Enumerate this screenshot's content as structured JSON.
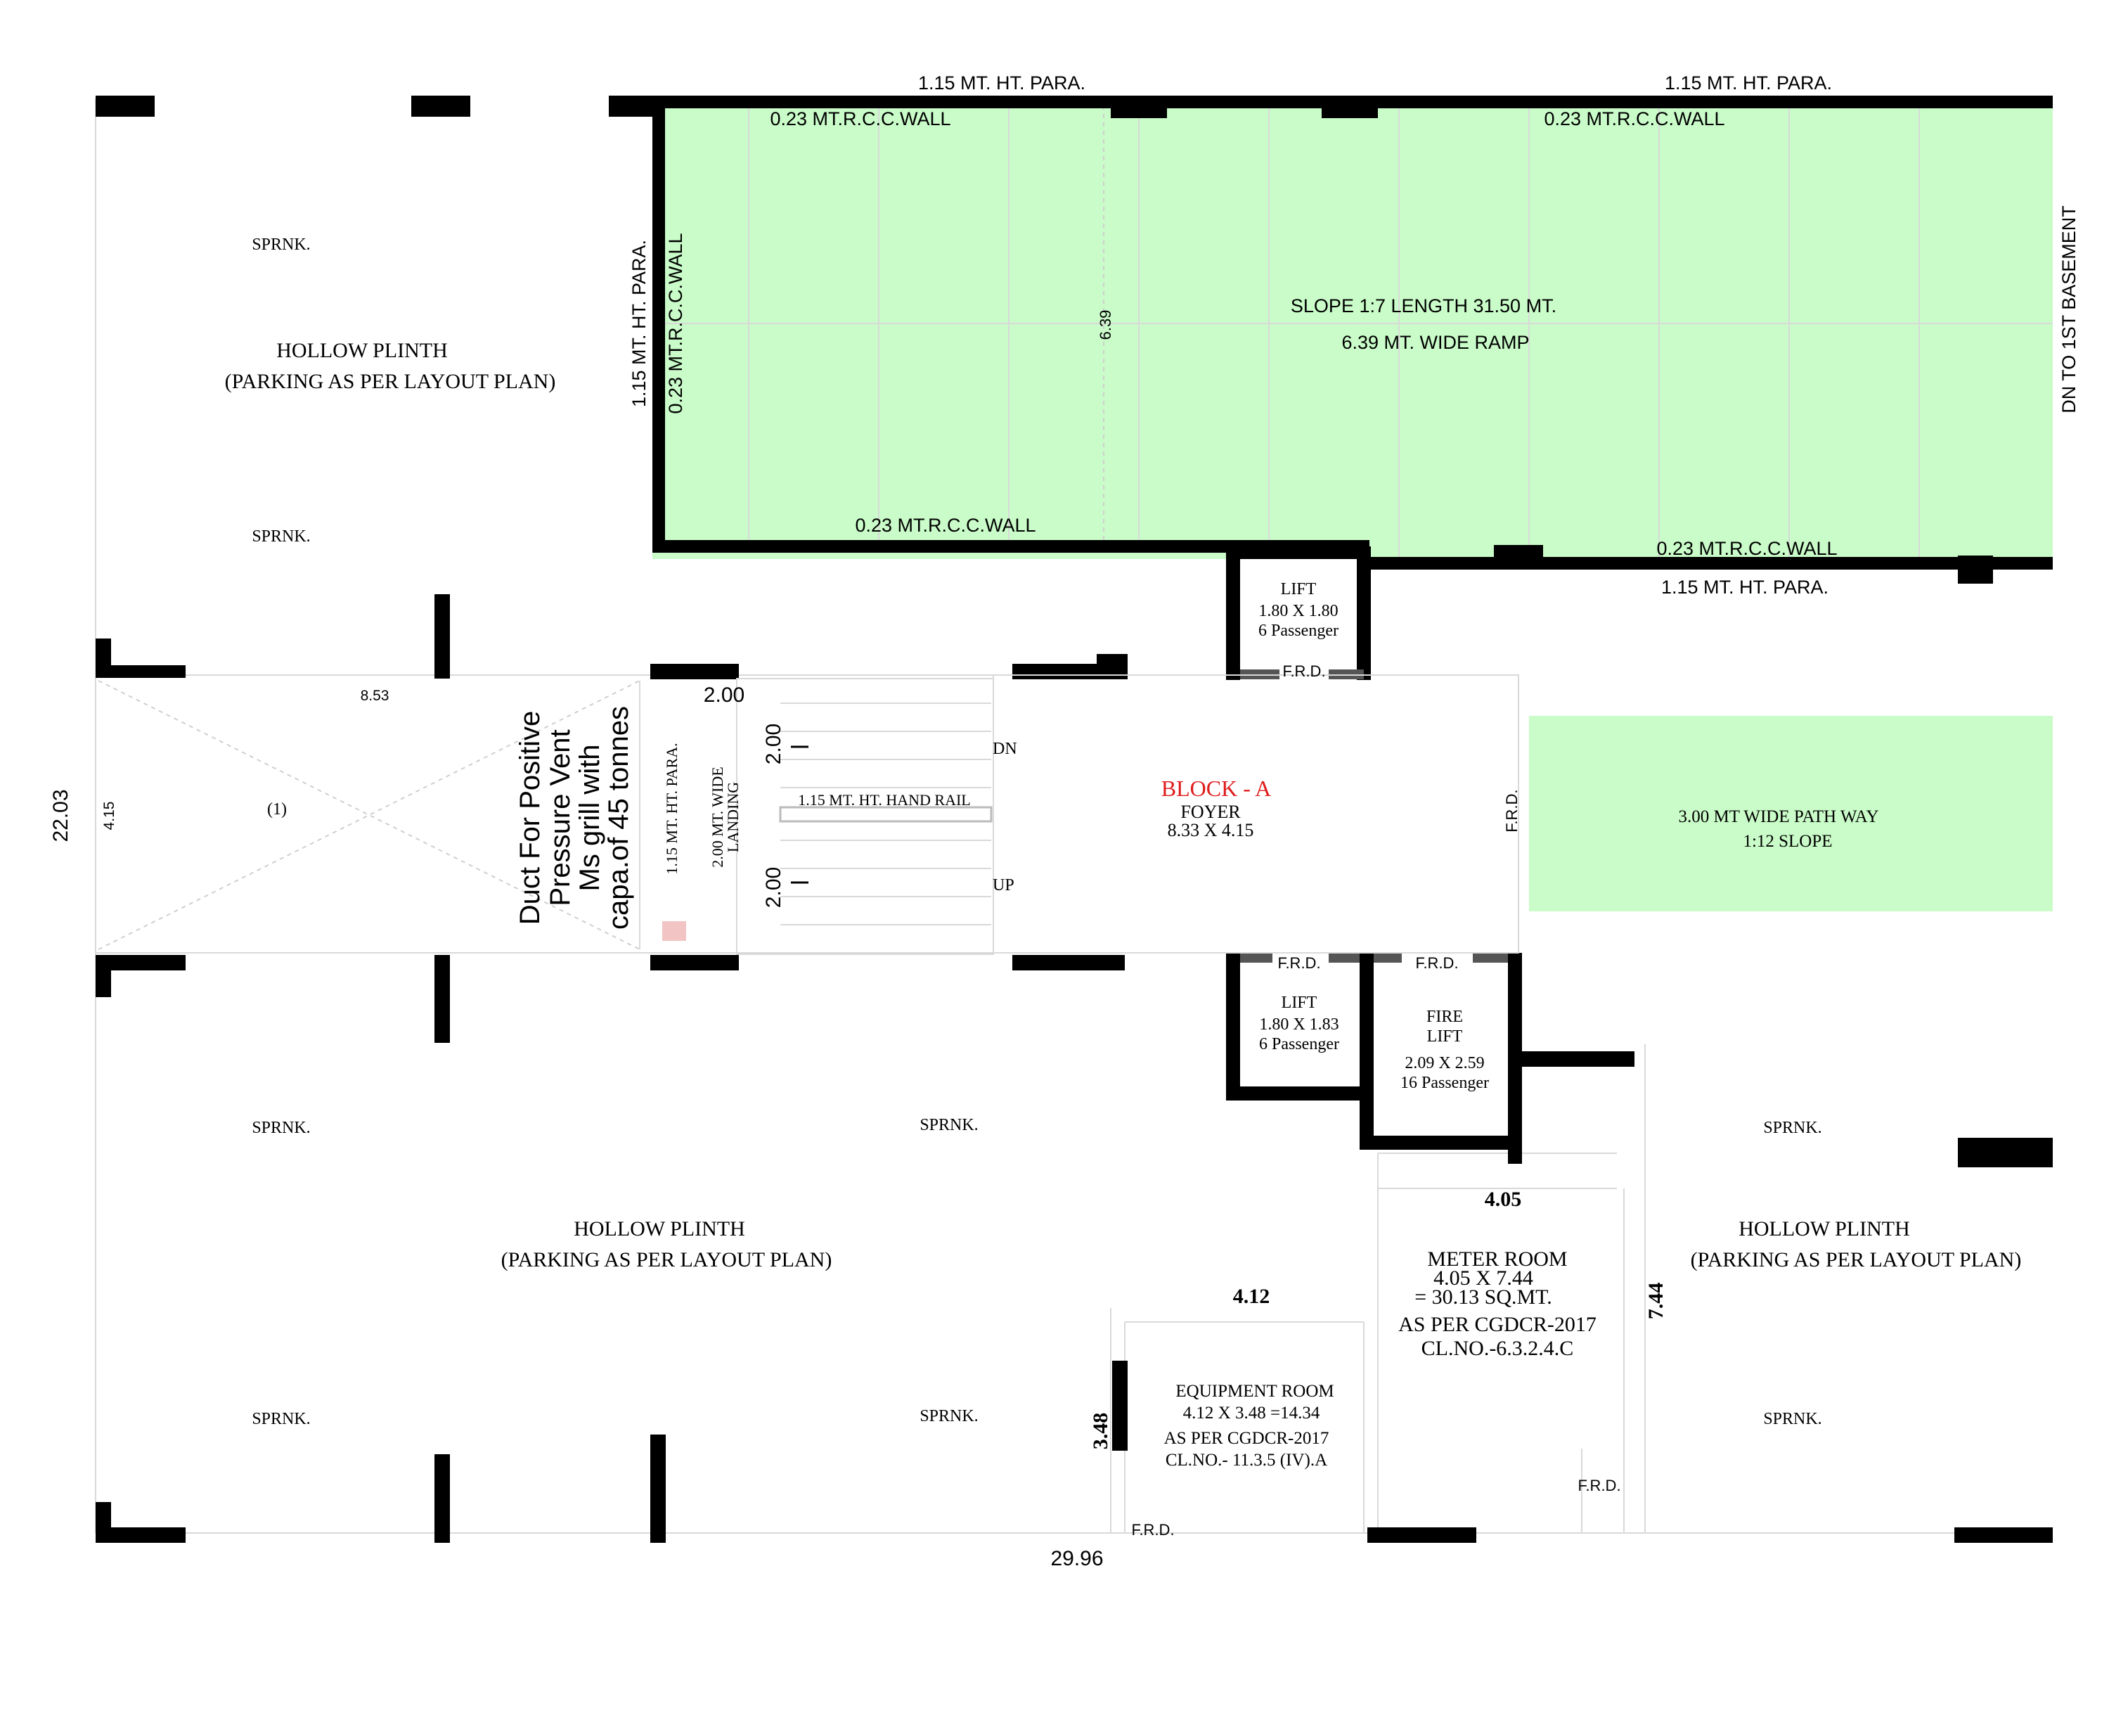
{
  "colors": {
    "ramp": "#c9fcc8",
    "wall": "#000000",
    "sprinkler": "#e01b1b"
  },
  "para": {
    "top_left": "1.15 MT. HT. PARA.",
    "top_right": "1.15 MT. HT. PARA.",
    "left_vertical": "1.15 MT. HT. PARA.",
    "below_ramp": "1.15 MT. HT. PARA.",
    "stair": "1.15 MT. HT. PARA."
  },
  "walls": {
    "top_left": "0.23 MT.R.C.C.WALL",
    "top_right": "0.23 MT.R.C.C.WALL",
    "left_vertical": "0.23 MT.R.C.C.WALL",
    "bottom_left": "0.23 MT.R.C.C.WALL",
    "bottom_right": "0.23 MT.R.C.C.WALL"
  },
  "ramp": {
    "line1": "SLOPE 1:7  LENGTH 31.50 MT.",
    "line2": "6.39 MT. WIDE RAMP",
    "width_dim": "6.39"
  },
  "dn_basement": "DN TO 1ST BASEMENT",
  "sprinkler": "SPRNK.",
  "hollow_plinth": {
    "title": "HOLLOW PLINTH",
    "sub": "(PARKING AS PER LAYOUT PLAN)"
  },
  "duct": {
    "l1": "Duct For Positive",
    "l2": "Pressure Vent",
    "l3": "Ms grill with",
    "l4": "capa.of 45 tonnes"
  },
  "duct_room": {
    "num": "(1)",
    "len": "8.53",
    "wid": "4.15"
  },
  "stair": {
    "dim_top": "2.00",
    "dim_v1": "2.00",
    "dim_v2": "2.00",
    "landing1": "2.00 MT. WIDE",
    "landing2": "LANDING",
    "handrail": "1.15 MT. HT. HAND RAIL",
    "dn": "DN",
    "up": "UP"
  },
  "foyer": {
    "block": "BLOCK - A",
    "name": "FOYER",
    "size": "8.33 X 4.15"
  },
  "frd": "F.R.D.",
  "lift1": {
    "name": "LIFT",
    "size": "1.80 X 1.80",
    "cap": "6 Passenger"
  },
  "lift2": {
    "name": "LIFT",
    "size": "1.80 X 1.83",
    "cap": "6 Passenger"
  },
  "fire_lift": {
    "l1": "FIRE",
    "l2": "LIFT",
    "size": "2.09 X 2.59",
    "cap": "16 Passenger"
  },
  "pathway": {
    "l1": "3.00 MT WIDE  PATH WAY",
    "l2": "1:12 SLOPE"
  },
  "meter_room": {
    "title": "METER ROOM",
    "size": "4.05 X 7.44",
    "area": "= 30.13 SQ.MT.",
    "ref": "AS PER CGDCR-2017",
    "cl": "CL.NO.-6.3.2.4.C",
    "dim_w": "4.05",
    "dim_h": "7.44"
  },
  "equipment_room": {
    "title": "EQUIPMENT  ROOM",
    "size": "4.12 X 3.48 =14.34",
    "ref": "AS PER CGDCR-2017",
    "cl": "CL.NO.- 11.3.5 (IV).A",
    "dim_w": "4.12",
    "dim_h": "3.48"
  },
  "overall": {
    "height": "22.03",
    "width": "29.96"
  }
}
